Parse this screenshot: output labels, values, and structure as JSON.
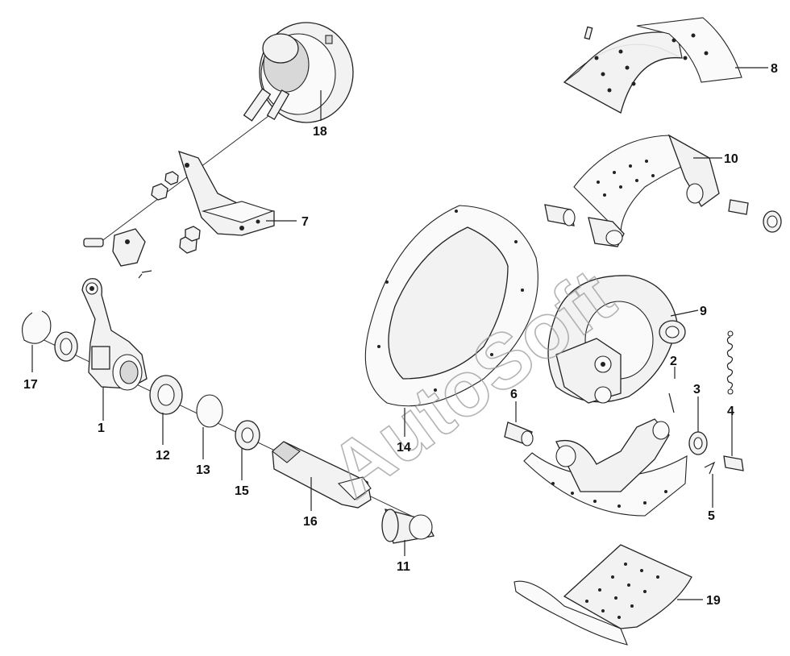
{
  "watermark": "AutoSoft",
  "callouts": [
    {
      "id": "1",
      "label": "1"
    },
    {
      "id": "2",
      "label": "2"
    },
    {
      "id": "3",
      "label": "3"
    },
    {
      "id": "4",
      "label": "4"
    },
    {
      "id": "5",
      "label": "5"
    },
    {
      "id": "6",
      "label": "6"
    },
    {
      "id": "7",
      "label": "7"
    },
    {
      "id": "8",
      "label": "8"
    },
    {
      "id": "9",
      "label": "9"
    },
    {
      "id": "10",
      "label": "10"
    },
    {
      "id": "11",
      "label": "11"
    },
    {
      "id": "12",
      "label": "12"
    },
    {
      "id": "13",
      "label": "13"
    },
    {
      "id": "14",
      "label": "14"
    },
    {
      "id": "15",
      "label": "15"
    },
    {
      "id": "16",
      "label": "16"
    },
    {
      "id": "17",
      "label": "17"
    },
    {
      "id": "18",
      "label": "18"
    },
    {
      "id": "19",
      "label": "19"
    }
  ]
}
